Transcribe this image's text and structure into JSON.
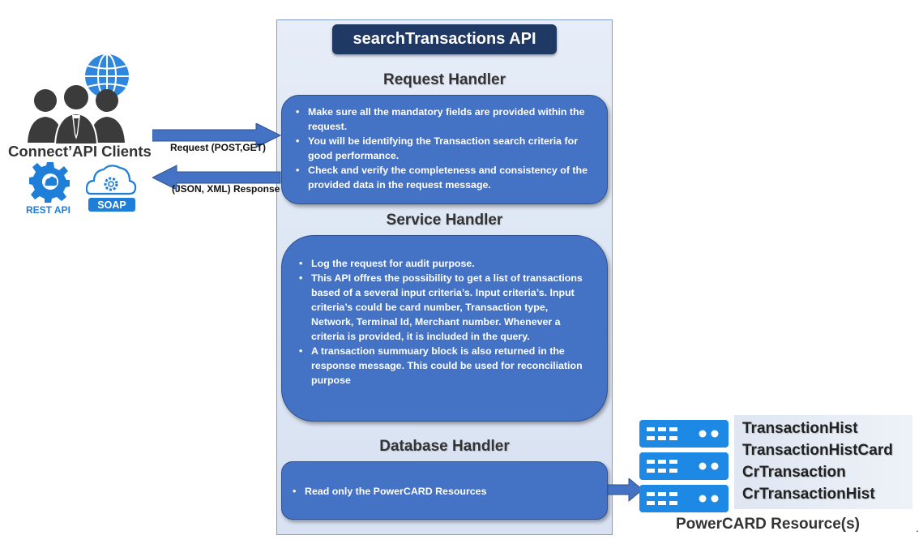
{
  "api": {
    "title": "searchTransactions API"
  },
  "request_handler": {
    "title": "Request Handler",
    "items": [
      "Make sure all the mandatory fields are provided within the request.",
      "You will be identifying the Transaction search criteria for good performance.",
      "Check and verify the completeness and consistency of the provided data in the request message."
    ]
  },
  "service_handler": {
    "title": "Service Handler",
    "items": [
      "Log the request for audit purpose.",
      "This API offres the possibility to get a list of transactions based of a several input criteria’s. Input criteria’s. Input criteria’s could be card number, Transaction type, Network, Terminal Id, Merchant number. Whenever a criteria is provided, it is included in the query.",
      "A transaction summuary block is also returned in the response message. This could be used for reconciliation purpose"
    ]
  },
  "database_handler": {
    "title": "Database Handler",
    "items": [
      "Read only the PowerCARD Resources"
    ]
  },
  "clients": {
    "title": "Connect’API Clients",
    "rest_label": "REST API",
    "soap_label": "SOAP",
    "request_arrow_label": "Request (POST,GET)",
    "response_arrow_label": "(JSON, XML) Response"
  },
  "resources": {
    "caption": "PowerCARD Resource(s)",
    "tables": [
      "TransactionHist",
      "TransactionHistCard",
      "CrTransaction",
      "CrTransactionHist"
    ],
    "trailing_mark": "."
  },
  "colors": {
    "panel_title_bg": "#1f3864",
    "handler_fill": "#4472c4",
    "arrow_fill": "#4472c4",
    "icon_dark": "#3b3b3b",
    "icon_blue": "#1e88e5"
  }
}
